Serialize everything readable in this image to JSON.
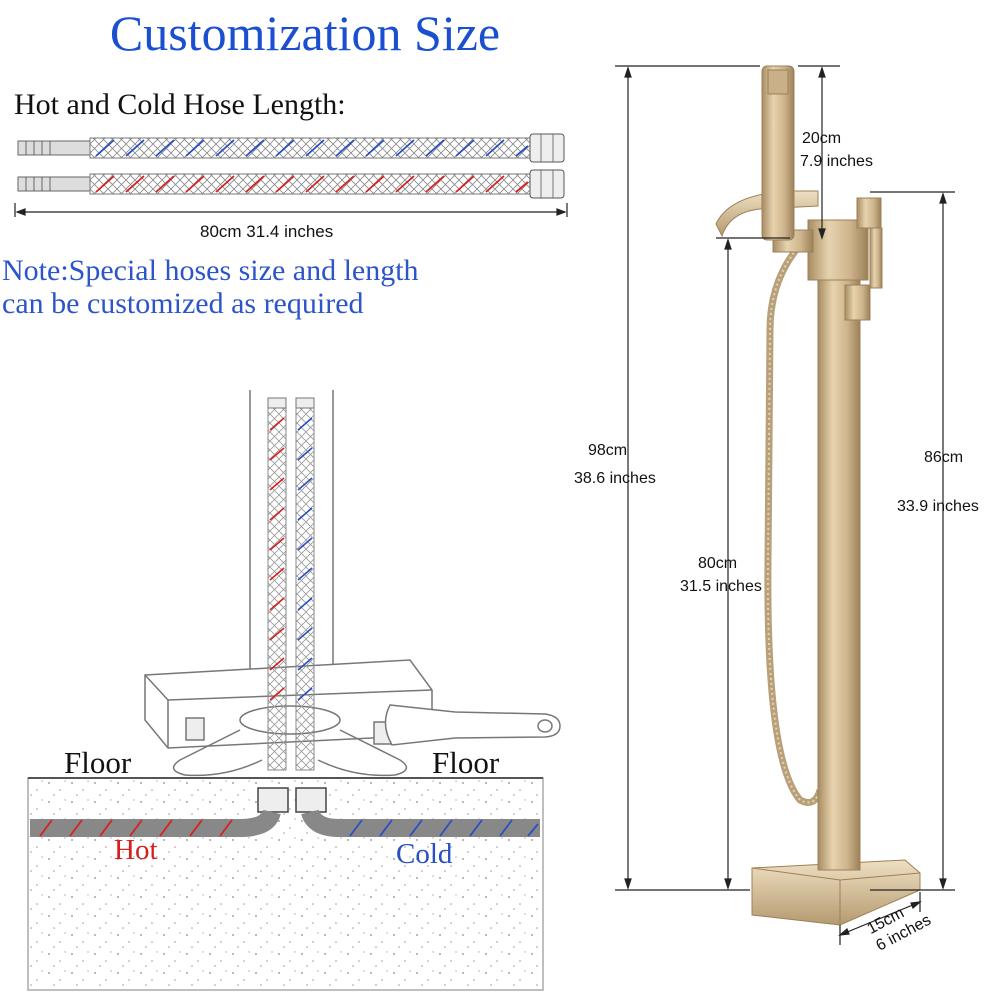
{
  "title": "Customization Size",
  "hoses": {
    "heading": "Hot and Cold Hose Length:",
    "length_label": "80cm  31.4 inches"
  },
  "note": {
    "line1": "Note:Special hoses size and length",
    "line2": "can be customized as required"
  },
  "install": {
    "floor_left": "Floor",
    "floor_right": "Floor",
    "hot": "Hot",
    "cold": "Cold"
  },
  "dimensions": {
    "total_cm": "98cm",
    "total_in": "38.6 inches",
    "handheld_cm": "20cm",
    "handheld_in": "7.9 inches",
    "spout_cm": "86cm",
    "spout_in": "33.9 inches",
    "column_cm": "80cm",
    "column_in": "31.5 inches",
    "base_cm": "15cm",
    "base_in": "6 inches"
  },
  "colors": {
    "title": "#1a4fd0",
    "note": "#2d55c9",
    "hot": "#d62020",
    "cold": "#2a4fc2",
    "brass": "#cdb48c"
  }
}
